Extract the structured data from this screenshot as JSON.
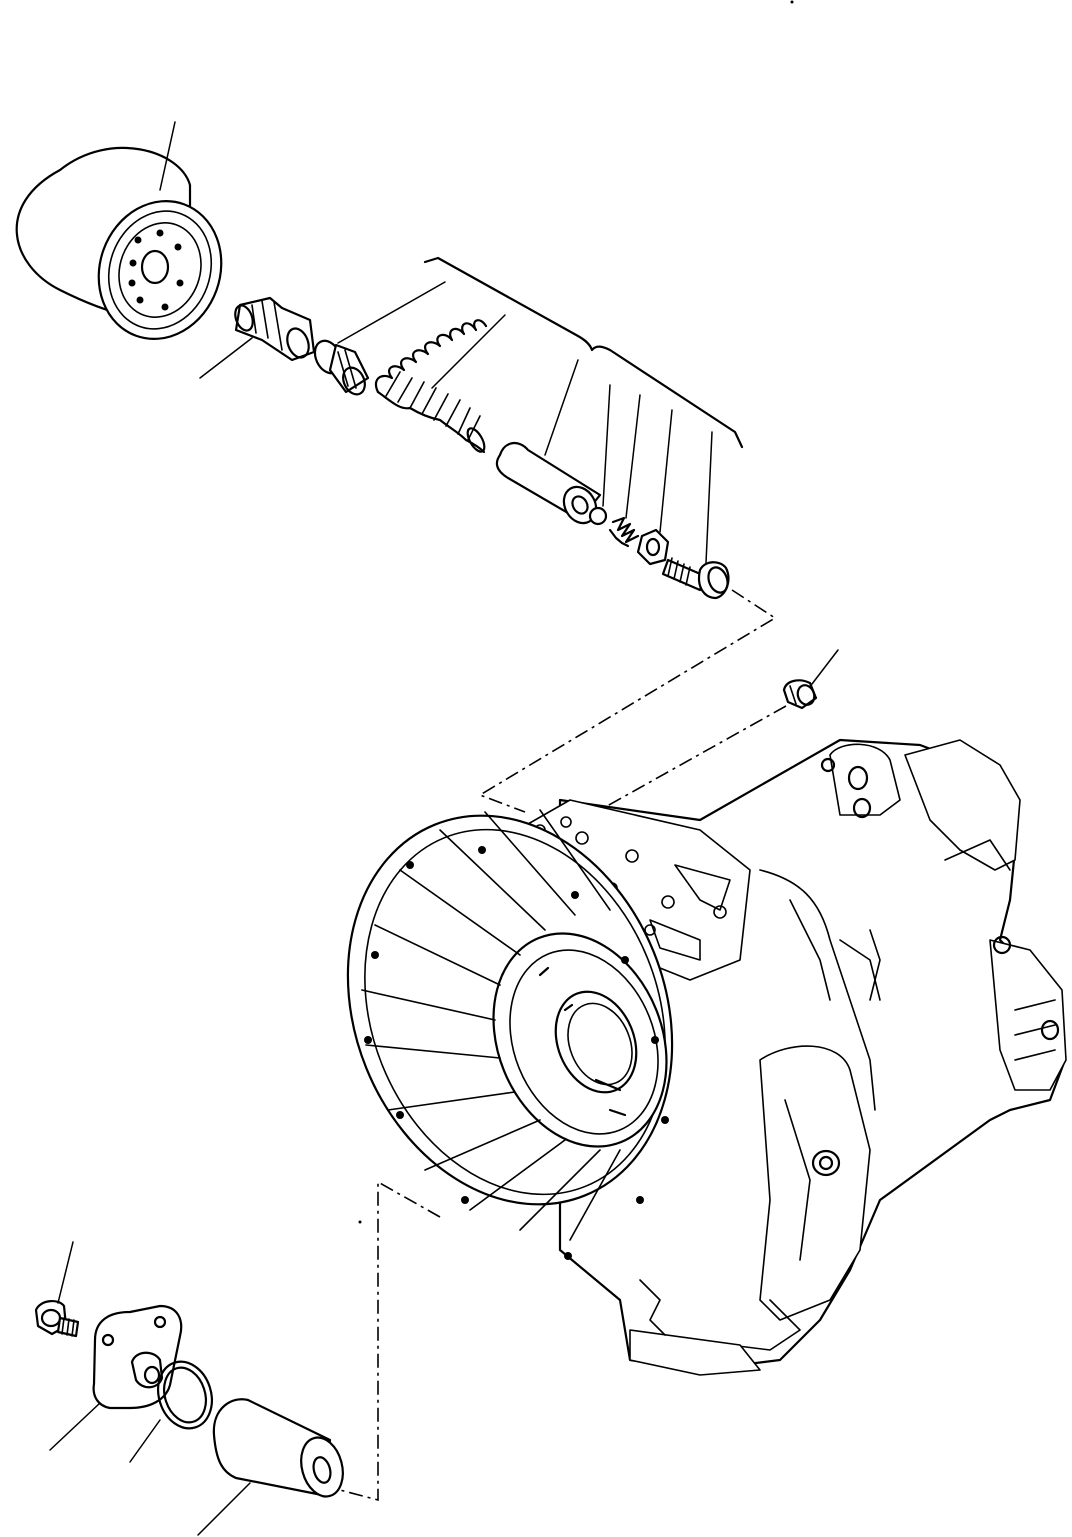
{
  "diagram": {
    "parts": [
      {
        "id": "oil-filter"
      },
      {
        "id": "filter-adapter-fitting"
      },
      {
        "id": "valve-kit"
      },
      {
        "id": "valve-spool"
      },
      {
        "id": "valve-spring"
      },
      {
        "id": "piston"
      },
      {
        "id": "ball"
      },
      {
        "id": "small-spring"
      },
      {
        "id": "nut"
      },
      {
        "id": "adjusting-screw"
      },
      {
        "id": "plug"
      },
      {
        "id": "transmission-housing"
      },
      {
        "id": "bolt"
      },
      {
        "id": "cover-plate"
      },
      {
        "id": "o-ring"
      },
      {
        "id": "strainer-sleeve"
      }
    ]
  }
}
